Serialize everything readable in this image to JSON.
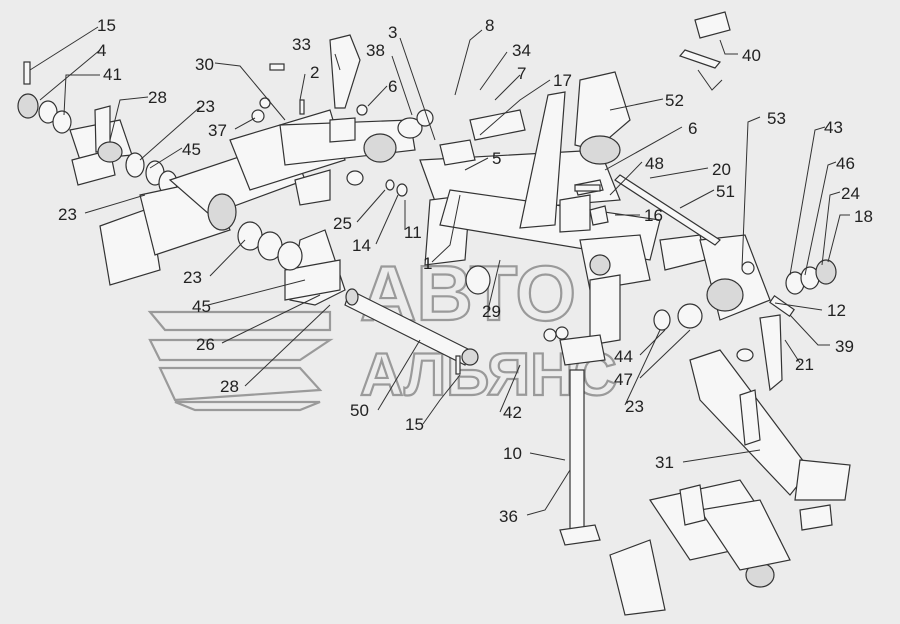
{
  "watermark": {
    "line1": "АВТО",
    "line2": "АЛЬЯНС"
  },
  "labels": [
    {
      "id": "l15a",
      "text": "15"
    },
    {
      "id": "l4",
      "text": "4"
    },
    {
      "id": "l41",
      "text": "41"
    },
    {
      "id": "l28a",
      "text": "28"
    },
    {
      "id": "l23a",
      "text": "23"
    },
    {
      "id": "l45a",
      "text": "45"
    },
    {
      "id": "l23b",
      "text": "23"
    },
    {
      "id": "l30",
      "text": "30"
    },
    {
      "id": "l37",
      "text": "37"
    },
    {
      "id": "l2",
      "text": "2"
    },
    {
      "id": "l33",
      "text": "33"
    },
    {
      "id": "l38",
      "text": "38"
    },
    {
      "id": "l6a",
      "text": "6"
    },
    {
      "id": "l3",
      "text": "3"
    },
    {
      "id": "l8",
      "text": "8"
    },
    {
      "id": "l34",
      "text": "34"
    },
    {
      "id": "l7",
      "text": "7"
    },
    {
      "id": "l17",
      "text": "17"
    },
    {
      "id": "l52",
      "text": "52"
    },
    {
      "id": "l6b",
      "text": "6"
    },
    {
      "id": "l40",
      "text": "40"
    },
    {
      "id": "l5",
      "text": "5"
    },
    {
      "id": "l48",
      "text": "48"
    },
    {
      "id": "l20",
      "text": "20"
    },
    {
      "id": "l51",
      "text": "51"
    },
    {
      "id": "l53",
      "text": "53"
    },
    {
      "id": "l43",
      "text": "43"
    },
    {
      "id": "l46",
      "text": "46"
    },
    {
      "id": "l24",
      "text": "24"
    },
    {
      "id": "l18",
      "text": "18"
    },
    {
      "id": "l16",
      "text": "16"
    },
    {
      "id": "l25",
      "text": "25"
    },
    {
      "id": "l14",
      "text": "14"
    },
    {
      "id": "l11",
      "text": "11"
    },
    {
      "id": "l1",
      "text": "1"
    },
    {
      "id": "l23c",
      "text": "23"
    },
    {
      "id": "l45b",
      "text": "45"
    },
    {
      "id": "l26",
      "text": "26"
    },
    {
      "id": "l28b",
      "text": "28"
    },
    {
      "id": "l29",
      "text": "29"
    },
    {
      "id": "l12",
      "text": "12"
    },
    {
      "id": "l39",
      "text": "39"
    },
    {
      "id": "l21",
      "text": "21"
    },
    {
      "id": "l44",
      "text": "44"
    },
    {
      "id": "l47",
      "text": "47"
    },
    {
      "id": "l23d",
      "text": "23"
    },
    {
      "id": "l50",
      "text": "50"
    },
    {
      "id": "l15b",
      "text": "15"
    },
    {
      "id": "l42",
      "text": "42"
    },
    {
      "id": "l10",
      "text": "10"
    },
    {
      "id": "l31",
      "text": "31"
    },
    {
      "id": "l36",
      "text": "36"
    }
  ]
}
